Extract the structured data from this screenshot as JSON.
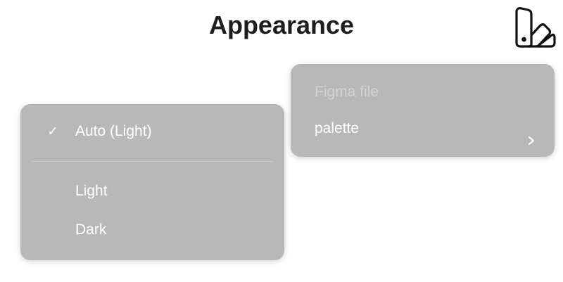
{
  "header": {
    "title": "Appearance"
  },
  "logo": {
    "icon": "app-logo-icon"
  },
  "appearance_menu": {
    "selected": "Auto (Light)",
    "check_icon": "checkmark-icon",
    "items": [
      {
        "label": "Auto (Light)",
        "checked": true
      },
      {
        "label": "Light",
        "checked": false
      },
      {
        "label": "Dark",
        "checked": false
      }
    ]
  },
  "source_menu": {
    "header": "Figma file",
    "items": [
      {
        "label": "palette",
        "has_submenu": true,
        "icon": "chevron-right-icon"
      }
    ]
  },
  "colors": {
    "menu_background": "#b8b8b8",
    "menu_text": "#ffffff",
    "menu_header_text": "#d2d2d2",
    "title_text": "#1e1e1e"
  }
}
